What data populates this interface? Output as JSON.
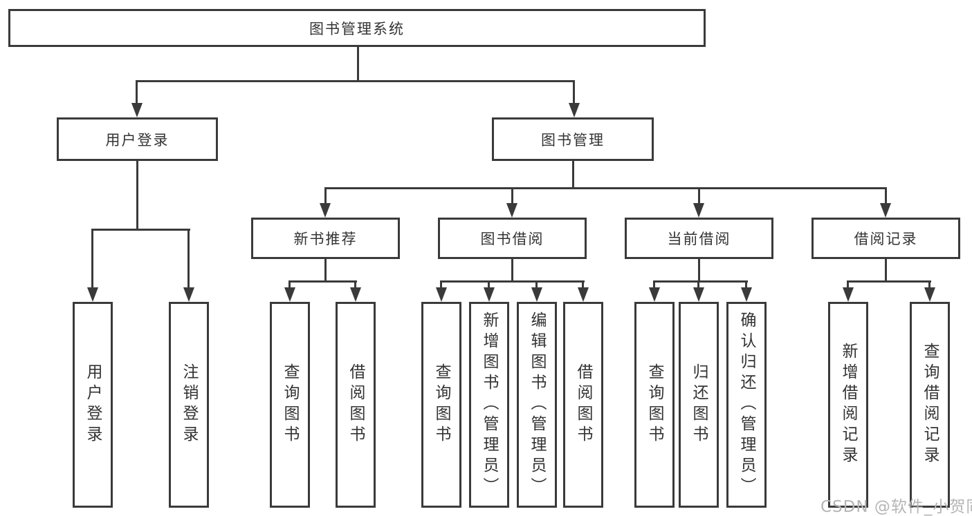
{
  "tree": {
    "root": {
      "label": "图书管理系统"
    },
    "user_login": {
      "label": "用户登录",
      "children": [
        {
          "label": "用户登录"
        },
        {
          "label": "注销登录"
        }
      ]
    },
    "book_management": {
      "label": "图书管理",
      "sections": [
        {
          "label": "新书推荐",
          "children": [
            {
              "label": "查询图书"
            },
            {
              "label": "借阅图书"
            }
          ]
        },
        {
          "label": "图书借阅",
          "children": [
            {
              "label": "查询图书"
            },
            {
              "label": "新增图书（管理员）"
            },
            {
              "label": "编辑图书（管理员）"
            },
            {
              "label": "借阅图书"
            }
          ]
        },
        {
          "label": "当前借阅",
          "children": [
            {
              "label": "查询图书"
            },
            {
              "label": "归还图书"
            },
            {
              "label": "确认归还（管理员）"
            }
          ]
        },
        {
          "label": "借阅记录",
          "children": [
            {
              "label": "新增借阅记录"
            },
            {
              "label": "查询借阅记录"
            }
          ]
        }
      ]
    }
  },
  "watermark": {
    "text": "CSDN @软件_小贺同学"
  },
  "colors": {
    "line": "#3a3a3a",
    "text": "#333333",
    "watermark": "#b5b5b5",
    "background": "#ffffff"
  }
}
